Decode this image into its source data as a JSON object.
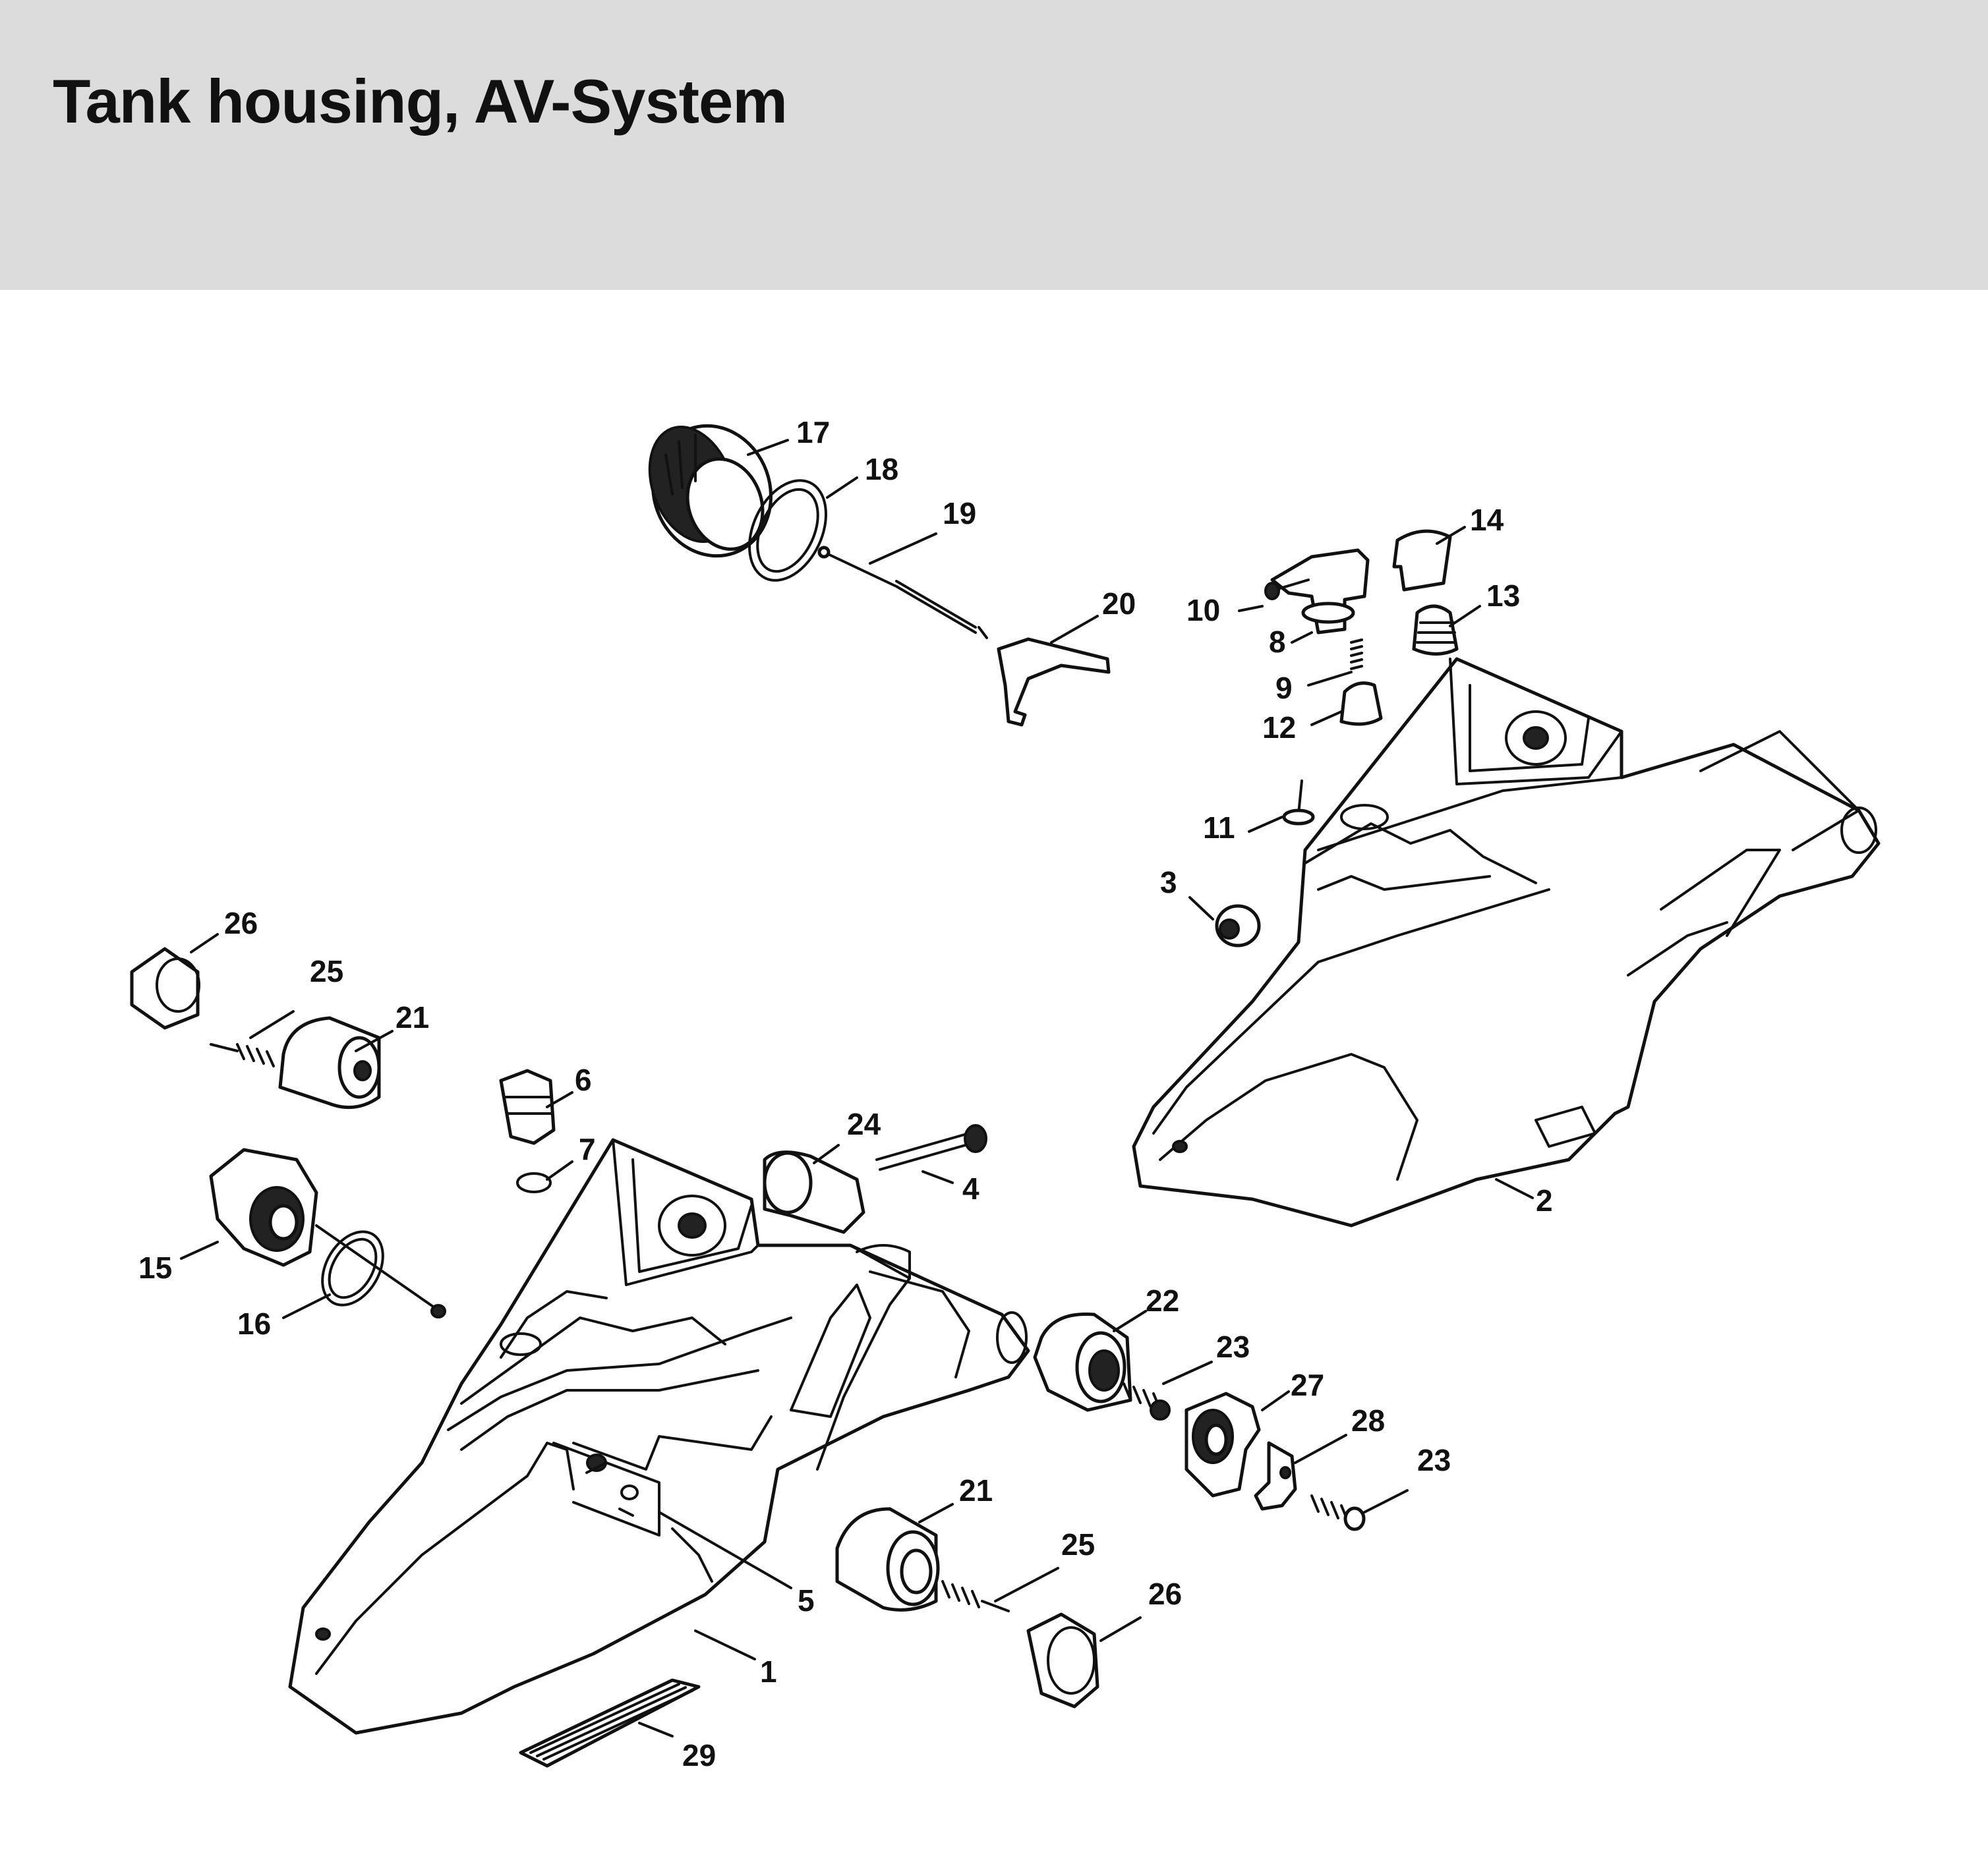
{
  "header": {
    "title": "Tank housing, AV-System"
  },
  "callouts": [
    {
      "id": "c17a",
      "label": "17"
    },
    {
      "id": "c18",
      "label": "18"
    },
    {
      "id": "c19",
      "label": "19"
    },
    {
      "id": "c20",
      "label": "20"
    },
    {
      "id": "c14",
      "label": "14"
    },
    {
      "id": "c10",
      "label": "10"
    },
    {
      "id": "c13",
      "label": "13"
    },
    {
      "id": "c8",
      "label": "8"
    },
    {
      "id": "c9",
      "label": "9"
    },
    {
      "id": "c12",
      "label": "12"
    },
    {
      "id": "c11",
      "label": "11"
    },
    {
      "id": "c3",
      "label": "3"
    },
    {
      "id": "c2",
      "label": "2"
    },
    {
      "id": "c26a",
      "label": "26"
    },
    {
      "id": "c25a",
      "label": "25"
    },
    {
      "id": "c21a",
      "label": "21"
    },
    {
      "id": "c6",
      "label": "6"
    },
    {
      "id": "c7",
      "label": "7"
    },
    {
      "id": "c24",
      "label": "24"
    },
    {
      "id": "c4",
      "label": "4"
    },
    {
      "id": "c15",
      "label": "15"
    },
    {
      "id": "c16",
      "label": "16"
    },
    {
      "id": "c22",
      "label": "22"
    },
    {
      "id": "c23a",
      "label": "23"
    },
    {
      "id": "c27",
      "label": "27"
    },
    {
      "id": "c28",
      "label": "28"
    },
    {
      "id": "c23b",
      "label": "23"
    },
    {
      "id": "c21b",
      "label": "21"
    },
    {
      "id": "c25b",
      "label": "25"
    },
    {
      "id": "c26b",
      "label": "26"
    },
    {
      "id": "c5",
      "label": "5"
    },
    {
      "id": "c1",
      "label": "1"
    },
    {
      "id": "c29",
      "label": "29"
    }
  ]
}
